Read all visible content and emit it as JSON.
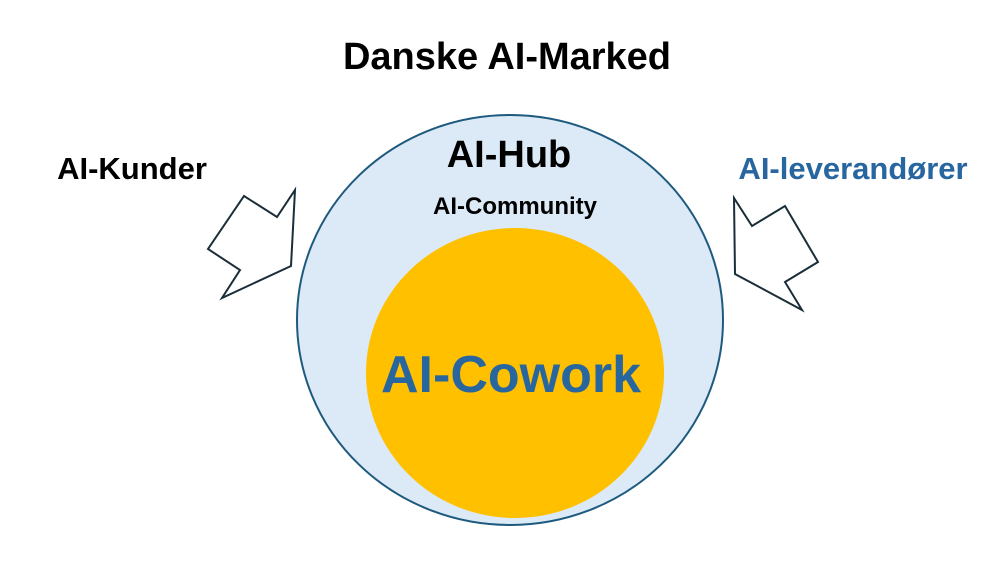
{
  "title": "Danske AI-Marked",
  "left_label": "AI-Kunder",
  "right_label": "AI-leverandører",
  "hub_label": "AI-Hub",
  "community_label": "AI-Community",
  "core_label": "AI-Cowork",
  "colors": {
    "outer_fill": "#dce9f6",
    "outer_stroke": "#1e5a7e",
    "inner_fill": "#ffc000",
    "core_text": "#2866a0",
    "right_text": "#2866a0",
    "arrow_stroke": "#1a2e3a"
  }
}
